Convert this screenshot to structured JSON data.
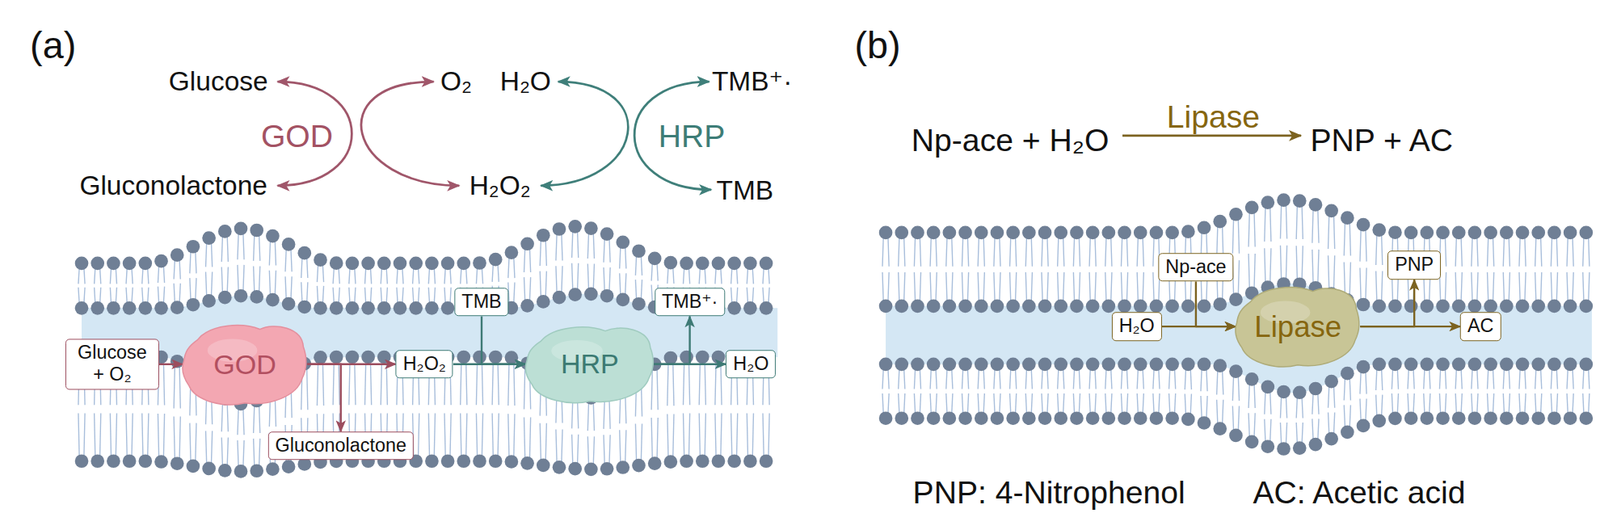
{
  "diagram": {
    "nodes": [
      {
        "text": [
          "Glucose + O₂"
        ]
      },
      {
        "text": [
          "GOD"
        ]
      },
      {
        "text": [
          "H₂O₂"
        ]
      },
      {
        "text": [
          "Gluconolactone"
        ]
      },
      {
        "text": [
          "TMB"
        ]
      },
      {
        "text": [
          "HRP"
        ]
      },
      {
        "text": [
          "TMB⁺·"
        ]
      },
      {
        "text": [
          "H₂O"
        ]
      },
      {
        "text": [
          "Np-ace"
        ]
      },
      {
        "text": [
          "H₂O"
        ]
      },
      {
        "text": [
          "Lipase"
        ]
      },
      {
        "text": [
          "PNP"
        ]
      },
      {
        "text": [
          "AC"
        ]
      }
    ],
    "edges": [
      {
        "from": 0,
        "to": 1,
        "arrow": "to"
      },
      {
        "from": 1,
        "to": 2,
        "arrow": "to"
      },
      {
        "from": 1,
        "to": 3,
        "arrow": "to"
      },
      {
        "from": 2,
        "to": 5,
        "arrow": "to"
      },
      {
        "from": 4,
        "to": 5,
        "arrow": "to"
      },
      {
        "from": 5,
        "to": 7,
        "arrow": "to"
      },
      {
        "from": 5,
        "to": 6,
        "arrow": "to"
      },
      {
        "from": 9,
        "to": 10,
        "arrow": "to"
      },
      {
        "from": 8,
        "to": 10,
        "arrow": "to"
      },
      {
        "from": 10,
        "to": 12,
        "arrow": "to"
      },
      {
        "from": 10,
        "to": 11,
        "arrow": "to"
      }
    ],
    "labels": [
      "(a)",
      "Glucose",
      "Gluconolactone",
      "GOD",
      "O₂",
      "H₂O",
      "H₂O₂",
      "HRP",
      "TMB⁺·",
      "TMB",
      "(b)",
      "Np-ace + H₂O",
      "Lipase",
      "PNP + AC",
      "PNP: 4-Nitrophenol",
      "AC: Acetic acid"
    ]
  }
}
